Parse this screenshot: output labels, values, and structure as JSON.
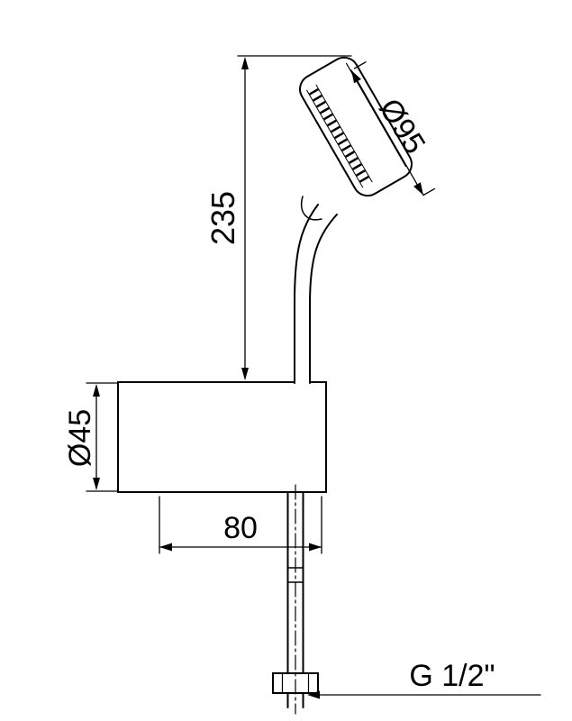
{
  "dimensions": {
    "height": {
      "label": "235"
    },
    "head_diameter": {
      "label": "Ø95"
    },
    "holder_diameter": {
      "label": "Ø45"
    },
    "offset": {
      "label": "80"
    },
    "thread": {
      "label": "G 1/2\""
    }
  },
  "colors": {
    "line": "#000000",
    "background": "#ffffff"
  }
}
